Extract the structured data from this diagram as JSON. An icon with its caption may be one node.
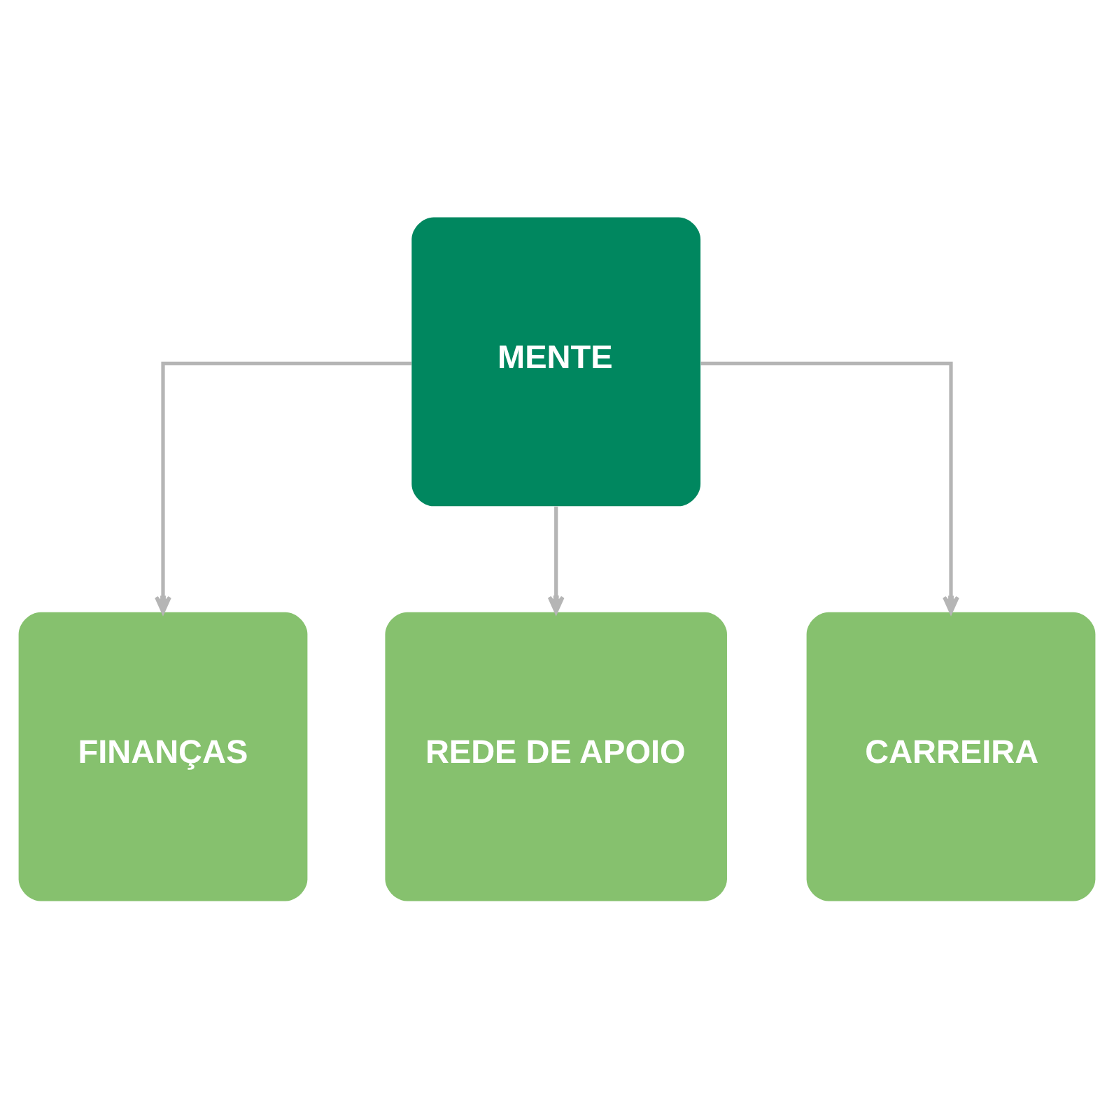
{
  "diagram": {
    "nodes": [
      {
        "text": [
          "MENTE"
        ]
      },
      {
        "text": [
          "FINANÇAS"
        ]
      },
      {
        "text": [
          "REDE DE APOIO"
        ]
      },
      {
        "text": [
          "CARREIRA"
        ]
      }
    ],
    "edges": [
      {
        "from": 0,
        "to": 1,
        "arrow": "to"
      },
      {
        "from": 0,
        "to": 2,
        "arrow": "to"
      },
      {
        "from": 0,
        "to": 3,
        "arrow": "to"
      }
    ]
  }
}
